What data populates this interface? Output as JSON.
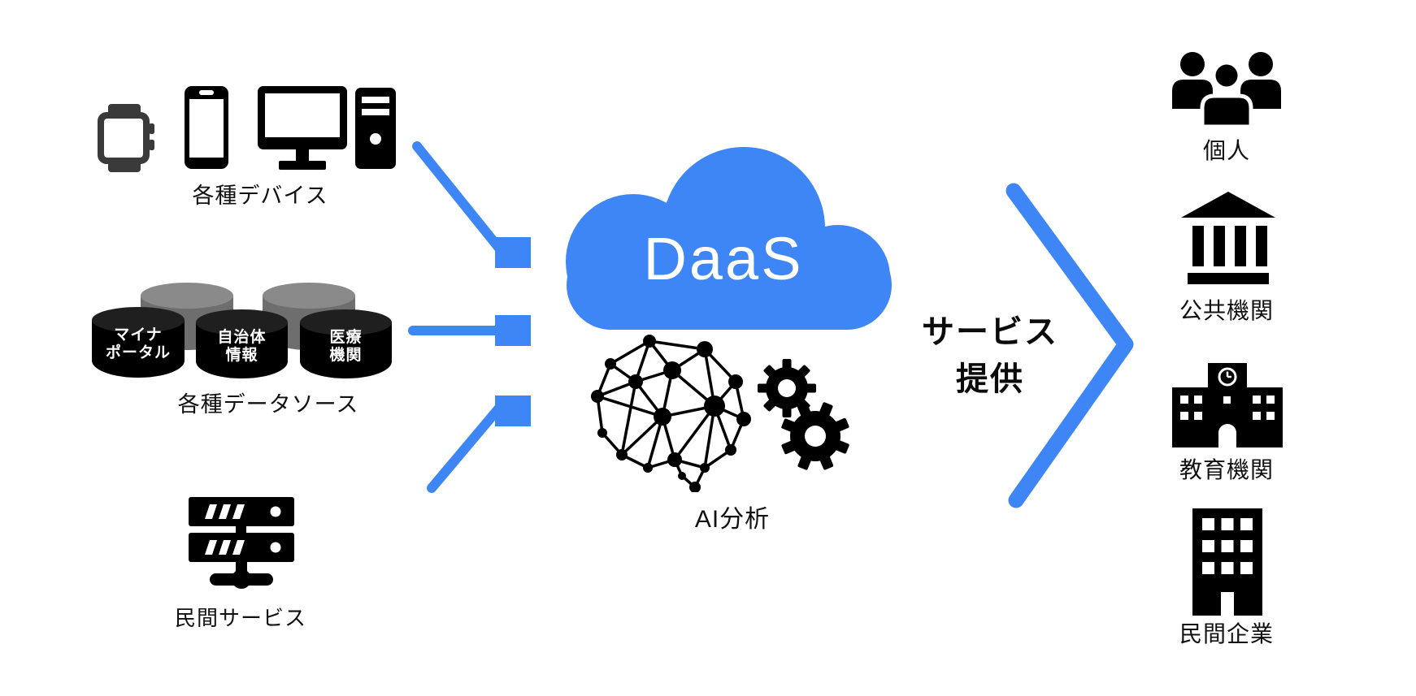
{
  "colors": {
    "accent_blue": "#3E86F5",
    "icon_black": "#000000",
    "watch_gray": "#3A3A3A",
    "cylinder_gray_body": "#6E6E6E",
    "cylinder_gray_top": "#8A8A8A"
  },
  "icons": {
    "smartwatch": "svg-shape",
    "smartphone": "svg-shape",
    "desktop-monitor": "svg-shape",
    "pc-tower": "svg-shape",
    "database-cylinder": "svg-shape",
    "server-rack": "svg-shape",
    "cloud": "svg-shape",
    "neural-network-brain": "svg-shape",
    "gears": "svg-shape",
    "chevron-arrow": "svg-shape",
    "people-group": "svg-shape",
    "bank-building": "svg-shape",
    "school-building": "svg-shape",
    "office-building": "svg-shape"
  },
  "left_sources": {
    "devices": {
      "label": "各種デバイス"
    },
    "data_sources": {
      "label": "各種データソース",
      "cylinders": [
        {
          "line1": "マイナ",
          "line2": "ポータル"
        },
        {
          "line1": "自治体",
          "line2": "情報"
        },
        {
          "line1": "医療",
          "line2": "機関"
        }
      ]
    },
    "private_service": {
      "label": "民間サービス"
    }
  },
  "cloud": {
    "title": "DaaS"
  },
  "ai": {
    "label": "AI分析"
  },
  "service_arrow": {
    "line1": "サービス",
    "line2": "提供"
  },
  "recipients": [
    {
      "label": "個人"
    },
    {
      "label": "公共機関"
    },
    {
      "label": "教育機関"
    },
    {
      "label": "民間企業"
    }
  ]
}
